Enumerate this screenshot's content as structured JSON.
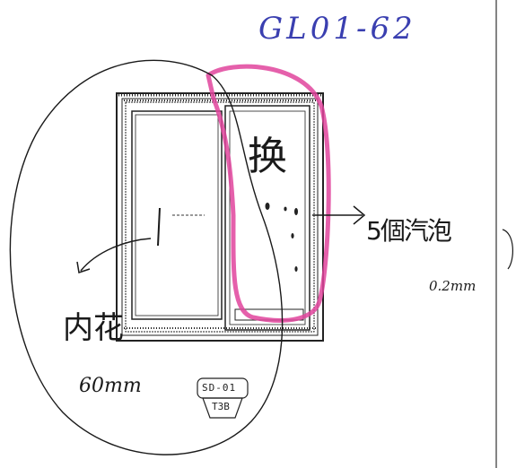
{
  "doc": {
    "ref_code": "GL01-62",
    "change_char": "换",
    "bubbles_label": "5個汽泡",
    "bubbles_size": "0.2mm",
    "crack_label": "内花",
    "crack_size": "60mm"
  },
  "stamp": {
    "top": "SD-01",
    "bottom": "T3B"
  },
  "colors": {
    "ink": "#1a1a1a",
    "ref_ink": "#3a3fb0",
    "highlight": "#e0449c"
  }
}
